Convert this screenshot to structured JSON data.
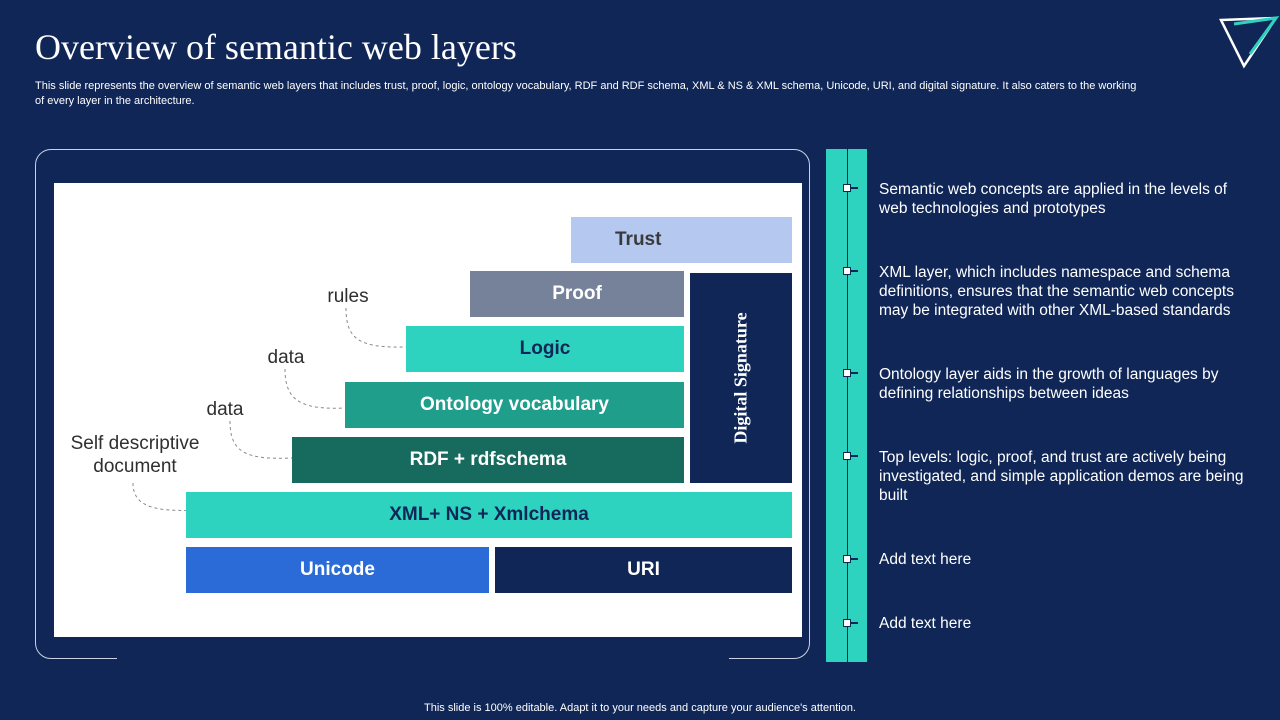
{
  "slide": {
    "title": "Overview of semantic web layers",
    "subtitle": "This slide represents the overview of semantic web layers that includes trust, proof, logic, ontology vocabulary, RDF and RDF schema, XML & NS & XML  schema, Unicode, URI, and digital signature. It also caters to the working of every  layer in the architecture.",
    "footer": "This slide is 100% editable. Adapt it to your needs and capture your audience's attention."
  },
  "diagram": {
    "layers": {
      "trust": "Trust",
      "proof": "Proof",
      "logic": "Logic",
      "ontology": "Ontology vocabulary",
      "rdf": "RDF + rdfschema",
      "xml": "XML+ NS + Xmlchema",
      "unicode": "Unicode",
      "uri": "URI",
      "digital_signature": "Digital Signature"
    },
    "annotations": {
      "rules": "rules",
      "data_upper": "data",
      "data_lower": "data",
      "self_descriptive": "Self descriptive\ndocument"
    },
    "colors": {
      "trust": "#b4c8f0",
      "proof": "#76829a",
      "logic": "#2ed3bf",
      "ontology": "#1f9e8c",
      "rdf": "#176b5e",
      "xml": "#2ed3bf",
      "unicode": "#2a6bd8",
      "uri": "#0f2657",
      "digital_signature": "#0f2657"
    }
  },
  "bullets": [
    "Semantic web concepts are applied in the levels of web technologies and prototypes",
    "XML layer, which includes namespace and schema definitions, ensures that the semantic web concepts may be integrated with other XML-based standards",
    "Ontology layer aids in the growth of languages by defining relationships between ideas",
    "Top levels: logic, proof, and trust are actively being investigated, and simple application demos are being built",
    "Add text here",
    "Add text here"
  ]
}
